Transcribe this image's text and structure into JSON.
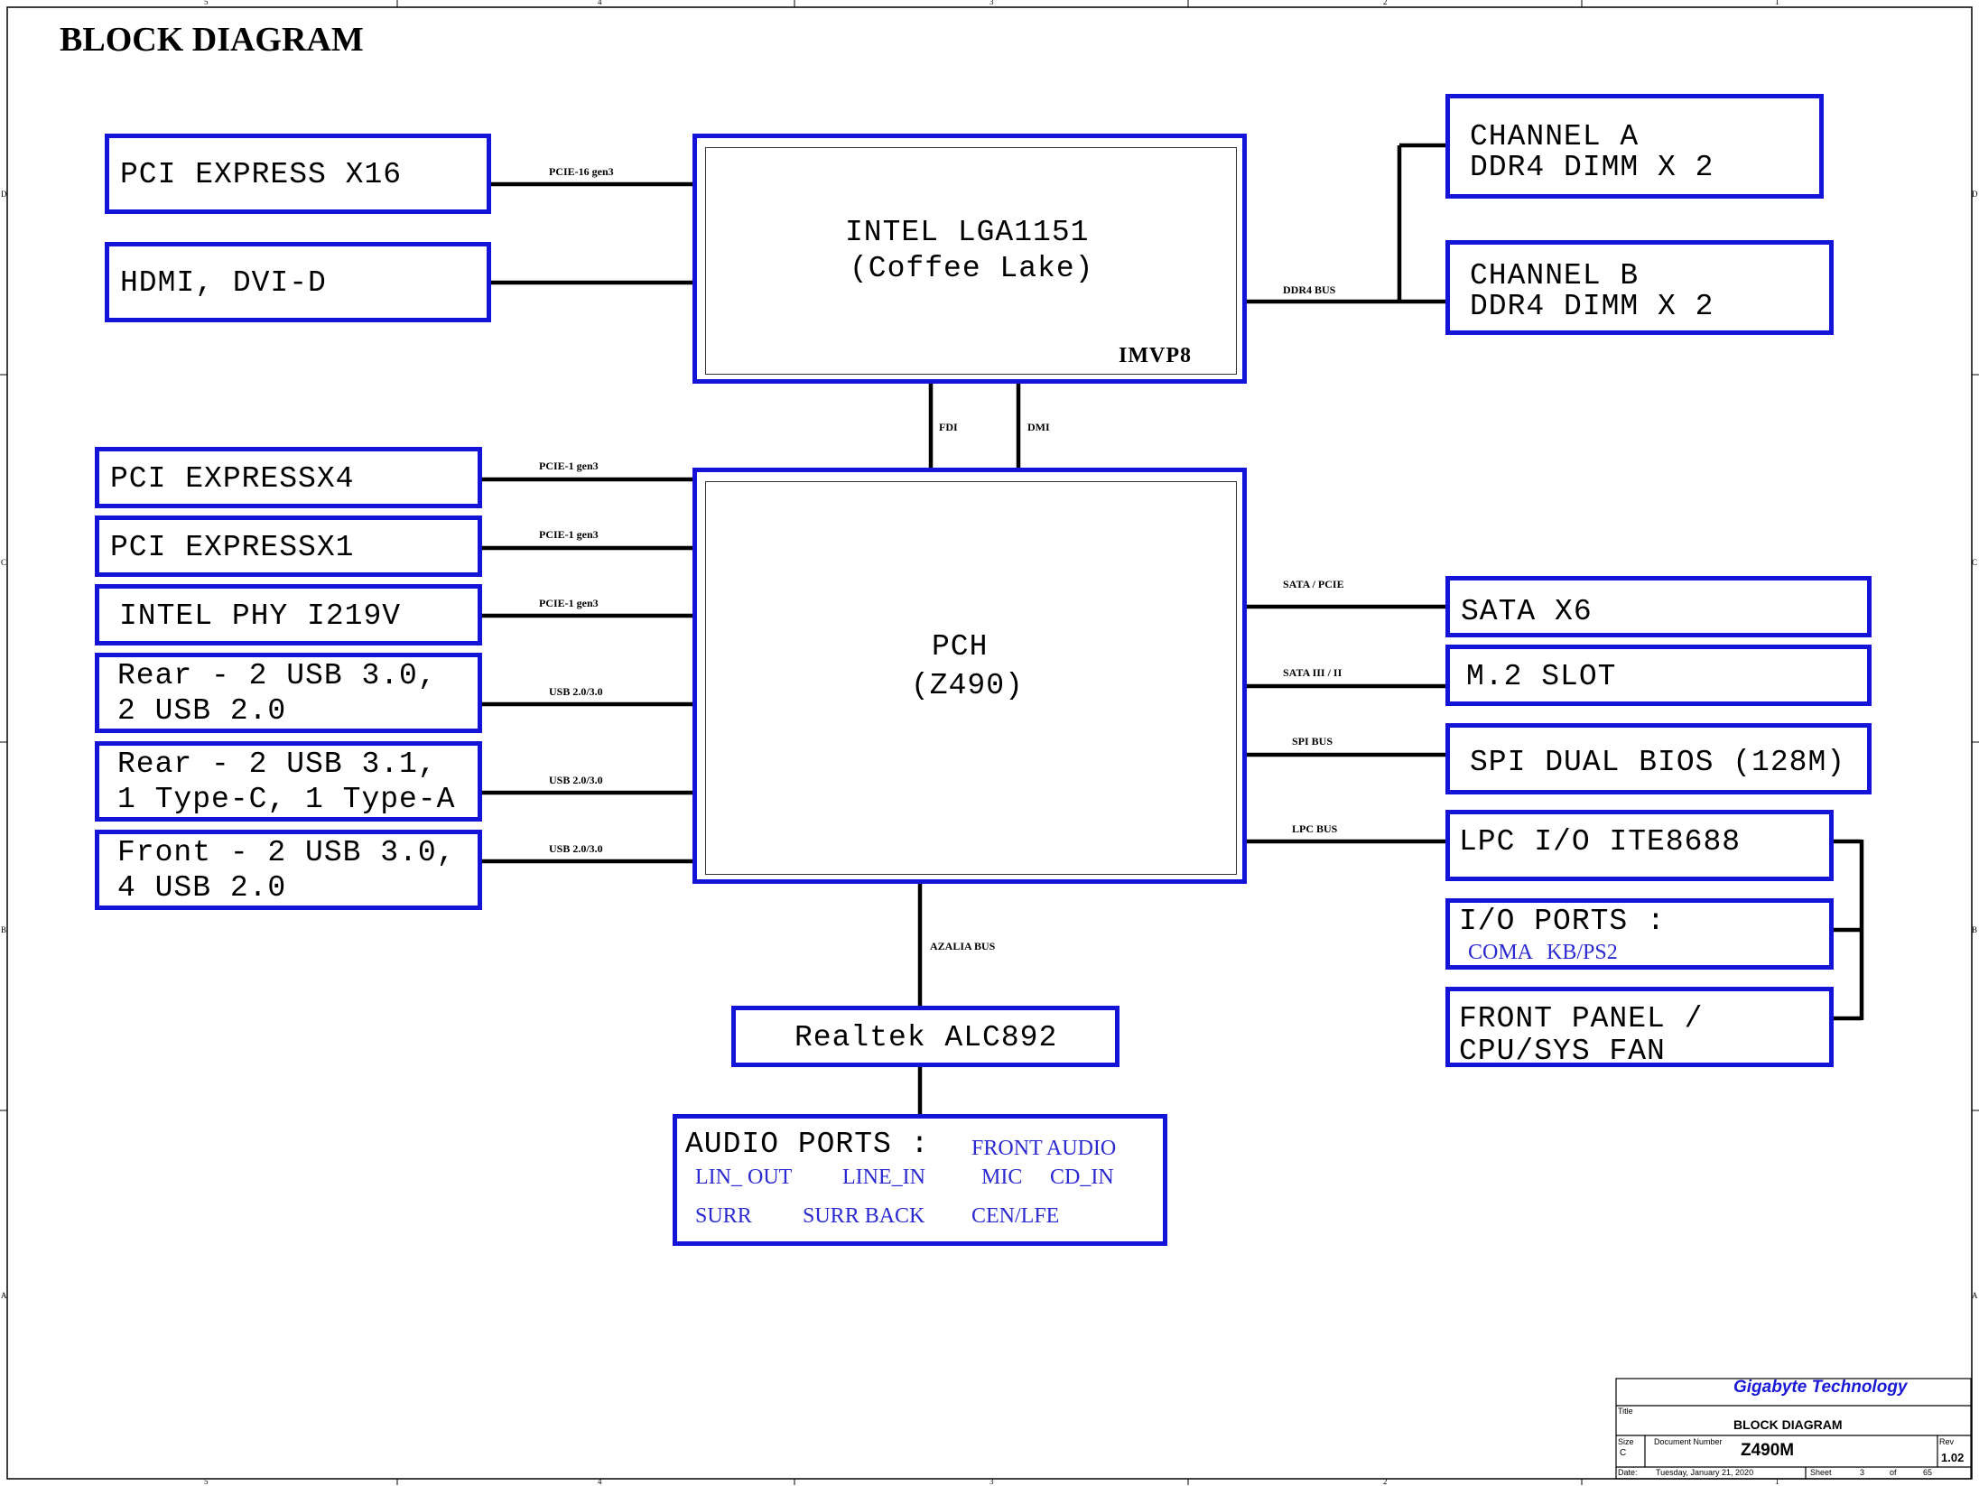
{
  "page_title": "BLOCK DIAGRAM",
  "blocks": {
    "pcie_x16": "PCI EXPRESS X16",
    "hdmi": "HDMI, DVI-D",
    "cpu_line1": "INTEL LGA1151",
    "cpu_line2": "(Coffee Lake)",
    "cpu_vr": "IMVP8",
    "ch_a_line1": "CHANNEL A",
    "ch_a_line2": "DDR4 DIMM X 2",
    "ch_b_line1": "CHANNEL B",
    "ch_b_line2": "DDR4 DIMM X 2",
    "pcie_x4": "PCI EXPRESSX4",
    "pcie_x1": "PCI EXPRESSX1",
    "phy": "INTEL PHY I219V",
    "rear1_line1": "Rear - 2 USB 3.0,",
    "rear1_line2": "2 USB 2.0",
    "rear2_line1": "Rear - 2 USB 3.1,",
    "rear2_line2": "1 Type-C, 1 Type-A",
    "front_line1": "Front - 2 USB 3.0,",
    "front_line2": "4 USB 2.0",
    "pch_line1": "PCH",
    "pch_line2": "(Z490)",
    "sata": "SATA X6",
    "m2": "M.2 SLOT",
    "spi": "SPI DUAL BIOS (128M)",
    "lpc": "LPC I/O ITE8688",
    "io_title": "I/O PORTS :",
    "io_coma": "COMA",
    "io_kb": "KB/PS2",
    "fp_line1": "FRONT PANEL /",
    "fp_line2": "CPU/SYS FAN",
    "codec": "Realtek ALC892",
    "audio_title": "AUDIO PORTS :",
    "audio_front": "FRONT AUDIO",
    "audio_lin_out": "LIN_ OUT",
    "audio_line_in": "LINE_IN",
    "audio_mic": "MIC",
    "audio_cd_in": "CD_IN",
    "audio_surr": "SURR",
    "audio_surr_back": "SURR BACK",
    "audio_cen_lfe": "CEN/LFE"
  },
  "buses": {
    "pcie16": "PCIE-16 gen3",
    "ddr4": "DDR4 BUS",
    "fdi": "FDI",
    "dmi": "DMI",
    "pcie1_a": "PCIE-1 gen3",
    "pcie1_b": "PCIE-1 gen3",
    "pcie1_c": "PCIE-1 gen3",
    "usb_a": "USB 2.0/3.0",
    "usb_b": "USB 2.0/3.0",
    "usb_c": "USB 2.0/3.0",
    "sata_pcie": "SATA / PCIE",
    "sata3": "SATA III / II",
    "spi": "SPI BUS",
    "lpc": "LPC BUS",
    "azalia": "AZALIA BUS"
  },
  "title_block": {
    "company": "Gigabyte Technology",
    "title_label": "Title",
    "title": "BLOCK DIAGRAM",
    "size_label": "Size",
    "size": "C",
    "docnum_label": "Document Number",
    "docnum": "Z490M",
    "rev_label": "Rev",
    "rev": "1.02",
    "date_label": "Date:",
    "date": "Tuesday, January 21, 2020",
    "sheet_label": "Sheet",
    "sheet": "3",
    "of_label": "of",
    "total": "65"
  },
  "border": {
    "top_numbers": [
      "5",
      "4",
      "3",
      "2",
      "1"
    ],
    "side_letters": [
      "D",
      "C",
      "B",
      "A"
    ]
  }
}
